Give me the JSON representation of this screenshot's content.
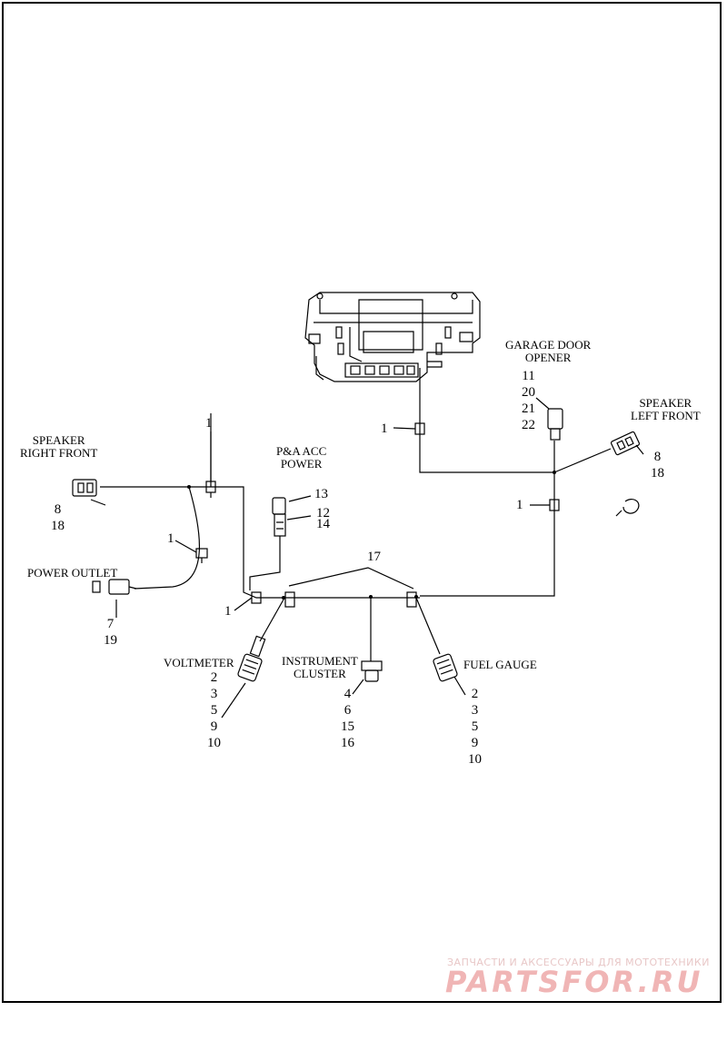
{
  "labels": {
    "speaker_right_front": [
      "SPEAKER",
      "RIGHT FRONT"
    ],
    "speaker_left_front": [
      "SPEAKER",
      "LEFT FRONT"
    ],
    "garage_door_opener": [
      "GARAGE DOOR",
      "OPENER"
    ],
    "pa_acc_power": [
      "P&A ACC",
      "POWER"
    ],
    "power_outlet": "POWER OUTLET",
    "voltmeter": "VOLTMETER",
    "instrument_cluster": [
      "INSTRUMENT",
      "CLUSTER"
    ],
    "fuel_gauge": "FUEL GAUGE"
  },
  "callouts": {
    "clip_top": "1",
    "clip_power_outlet": "1",
    "clip_bottom_left": "1",
    "clip_garage": "1",
    "clip_right": "1",
    "harness_17": "17",
    "speaker_rf": [
      "8",
      "18"
    ],
    "speaker_lf": [
      "8",
      "18"
    ],
    "garage": [
      "11",
      "20",
      "21",
      "22"
    ],
    "pa_13": "13",
    "pa_12": "12",
    "pa_14": "14",
    "power_outlet": [
      "7",
      "19"
    ],
    "voltmeter": [
      "2",
      "3",
      "5",
      "9",
      "10"
    ],
    "instrument_cluster": [
      "4",
      "6",
      "15",
      "16"
    ],
    "fuel_gauge": [
      "2",
      "3",
      "5",
      "9",
      "10"
    ]
  },
  "watermark": {
    "tagline": "ЗАПЧАСТИ И АКСЕССУАРЫ ДЛЯ МОТОТЕХНИКИ",
    "logo": "PARTSFOR.RU"
  }
}
